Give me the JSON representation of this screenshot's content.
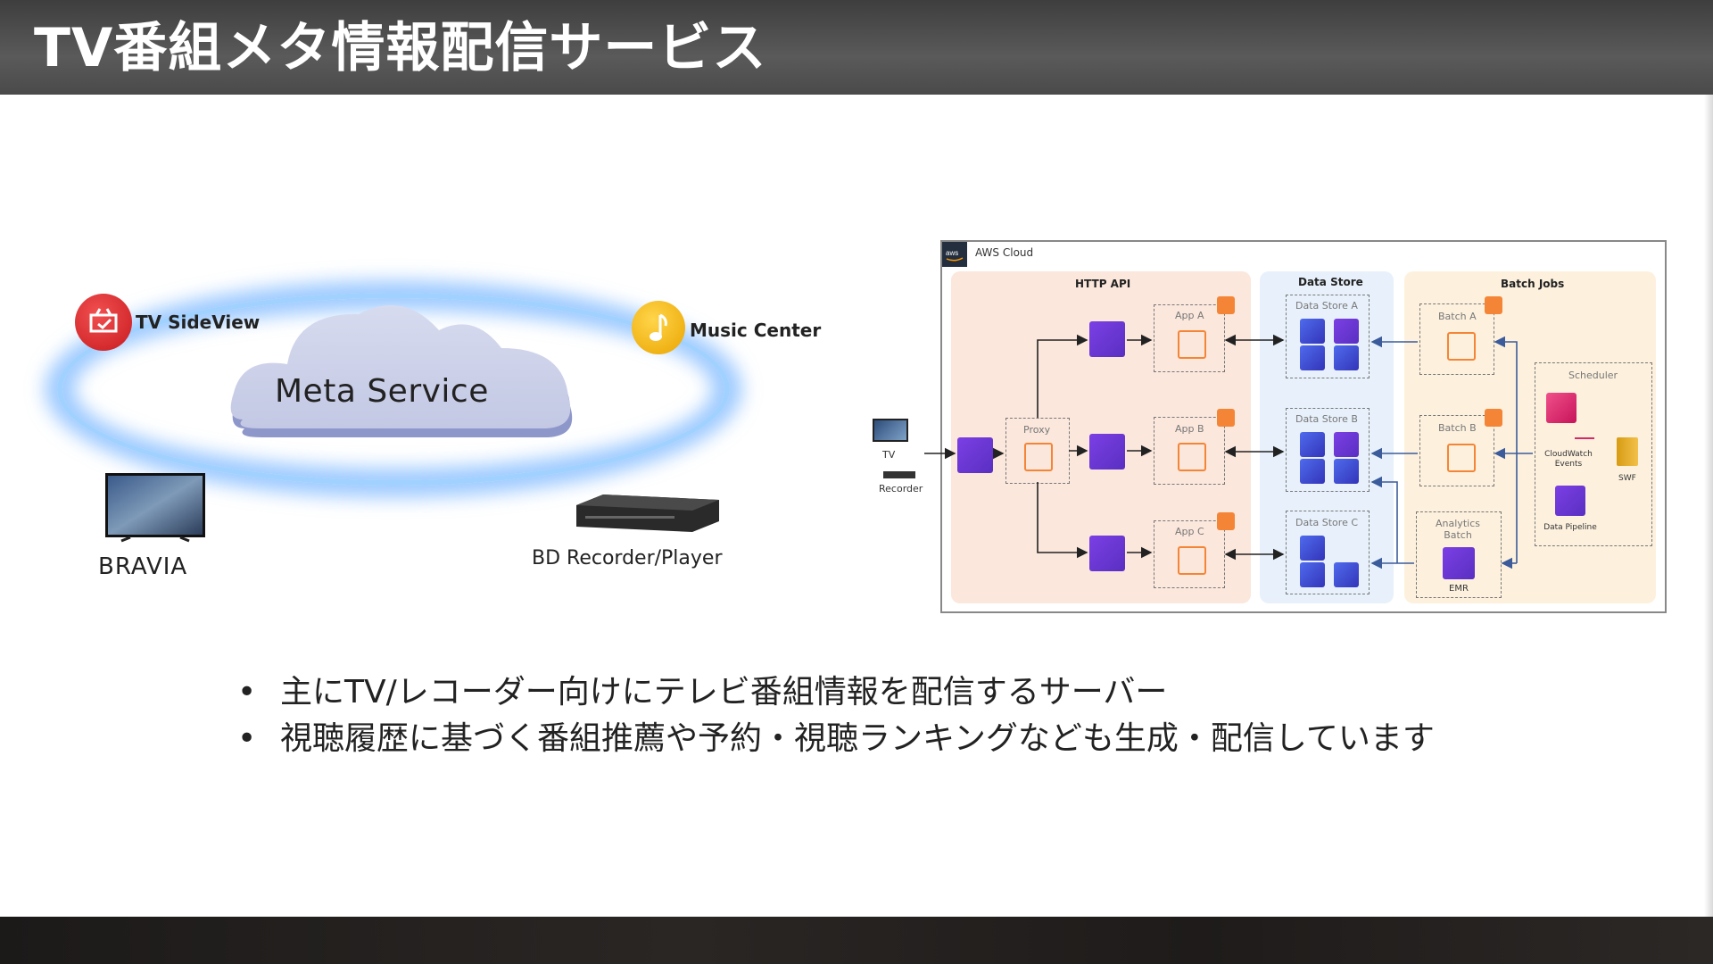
{
  "slide": {
    "title": "TV番組メタ情報配信サービス"
  },
  "left_illustration": {
    "cloud_label": "Meta Service",
    "apps": [
      {
        "label": "TV SideView",
        "icon": "tv-sideview-icon",
        "color": "#e0262c"
      },
      {
        "label": "Music Center",
        "icon": "music-note-icon",
        "color": "#f5b400"
      }
    ],
    "devices": [
      {
        "label": "BRAVIA",
        "icon": "television-icon"
      },
      {
        "label": "BD Recorder/Player",
        "icon": "bd-recorder-icon"
      }
    ],
    "halo_color": "#5aa8ff"
  },
  "aws_diagram": {
    "cloud_title": "AWS Cloud",
    "clients": {
      "tv": "TV",
      "recorder": "Recorder"
    },
    "http_api": {
      "title": "HTTP API",
      "proxy": "Proxy",
      "apps": [
        "App A",
        "App B",
        "App C"
      ]
    },
    "data_store": {
      "title": "Data Store",
      "stores": [
        "Data Store A",
        "Data Store B",
        "Data Store C"
      ]
    },
    "batch_jobs": {
      "title": "Batch Jobs",
      "batches": [
        "Batch A",
        "Batch B"
      ],
      "analytics": "Analytics Batch",
      "emr": "EMR",
      "scheduler": "Scheduler",
      "cloudwatch": "CloudWatch Events",
      "swf": "SWF",
      "pipeline": "Data Pipeline"
    },
    "colors": {
      "http_panel": "#fbe7dc",
      "store_panel": "#e8f1fb",
      "batch_panel": "#fdf1de",
      "service_purple": "#6b35d8",
      "storage_blue": "#3f4fd6",
      "compute_orange": "#f58536"
    }
  },
  "bullets": [
    "主にTV/レコーダー向けにテレビ番組情報を配信するサーバー",
    "視聴履歴に基づく番組推薦や予約・視聴ランキングなども生成・配信しています"
  ]
}
